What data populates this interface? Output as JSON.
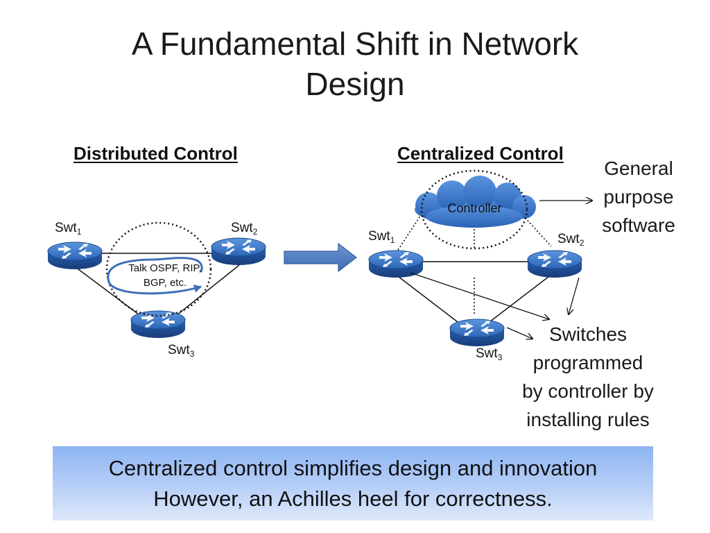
{
  "title_line1": "A Fundamental Shift in Network",
  "title_line2": "Design",
  "distributed": {
    "heading": "Distributed Control",
    "switches": [
      {
        "name": "Swt",
        "sub": "1"
      },
      {
        "name": "Swt",
        "sub": "2"
      },
      {
        "name": "Swt",
        "sub": "3"
      }
    ],
    "protocol_line1": "Talk OSPF, RIP,",
    "protocol_line2": "BGP, etc."
  },
  "centralized": {
    "heading": "Centralized Control",
    "controller": "Controller",
    "switches": [
      {
        "name": "Swt",
        "sub": "1"
      },
      {
        "name": "Swt",
        "sub": "2"
      },
      {
        "name": "Swt",
        "sub": "3"
      }
    ],
    "software_note": [
      "General",
      "purpose",
      "software"
    ],
    "switches_note": [
      "Switches",
      "programmed",
      "by controller by",
      "installing rules"
    ]
  },
  "banner": {
    "line1": "Centralized control simplifies design and innovation",
    "line2": "However, an Achilles heel for correctness."
  },
  "colors": {
    "router_blue": "#2f6fc4",
    "cloud_blue": "#3a78cf",
    "banner_top": "#8db4f2",
    "banner_bottom": "#dee8fb"
  }
}
